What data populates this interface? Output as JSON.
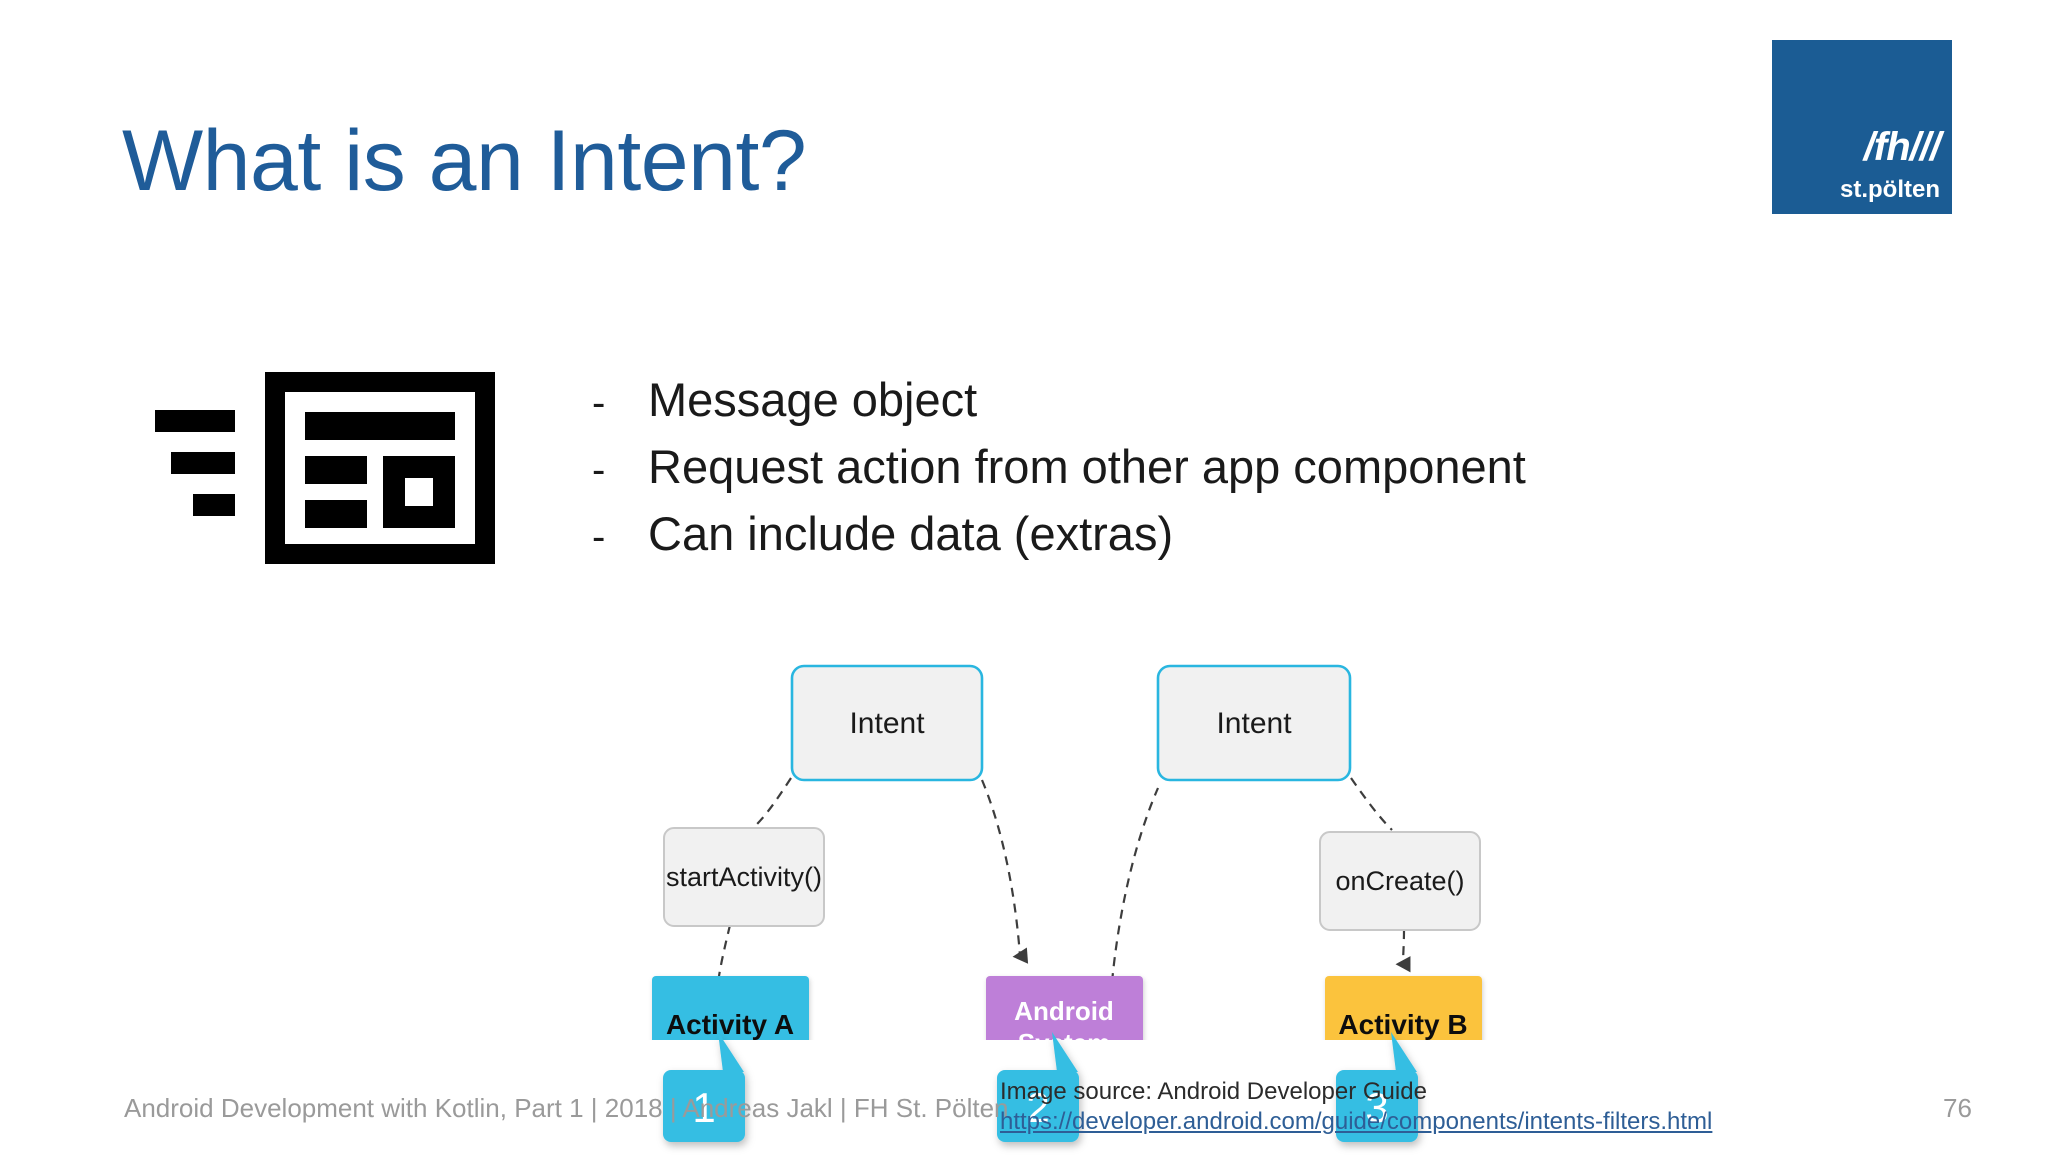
{
  "slide": {
    "title": "What is an Intent?",
    "page_number": "76",
    "background_color": "#ffffff",
    "title_color": "#1F5C99"
  },
  "logo": {
    "name": "fh-st-poelten-logo",
    "line1": "/fh///",
    "line2": "st.pölten",
    "background_color": "#1B5C94",
    "text_color": "#ffffff"
  },
  "icon": {
    "name": "intent-message-icon",
    "color": "#000000"
  },
  "bullets": {
    "marker": "-",
    "items": [
      "Message object",
      "Request action from other app component",
      "Can include data (extras)"
    ]
  },
  "diagram": {
    "type": "flow",
    "intent_boxes": [
      {
        "label": "Intent",
        "border_color": "#29B6E0",
        "fill_color": "#F1F1F1"
      },
      {
        "label": "Intent",
        "border_color": "#29B6E0",
        "fill_color": "#F1F1F1"
      }
    ],
    "method_boxes": [
      {
        "label": "startActivity()",
        "border_color": "#C8C8C8",
        "fill_color": "#F1F1F1"
      },
      {
        "label": "onCreate()",
        "border_color": "#C8C8C8",
        "fill_color": "#F1F1F1"
      }
    ],
    "component_boxes": [
      {
        "label": "Activity A",
        "fill_color": "#35BEE3",
        "text_color": "#111111"
      },
      {
        "label": "Android\nSystem",
        "line1": "Android",
        "line2": "System",
        "fill_color": "#BE7FD8",
        "text_color": "#ffffff"
      },
      {
        "label": "Activity B",
        "fill_color": "#FBC33D",
        "text_color": "#111111"
      }
    ],
    "step_badges": [
      {
        "label": "1",
        "fill_color": "#35BEE3",
        "text_color": "#ffffff"
      },
      {
        "label": "2",
        "fill_color": "#35BEE3",
        "text_color": "#ffffff"
      },
      {
        "label": "3",
        "fill_color": "#35BEE3",
        "text_color": "#ffffff"
      }
    ],
    "connector_style": "dashed",
    "connector_color": "#3d3d3d"
  },
  "footer": {
    "left_text": "Android Development with Kotlin, Part 1 | 2018 | Andreas Jakl | FH St. Pölten",
    "source_label": "Image source: Android Developer Guide",
    "source_url": "https://developer.android.com/guide/components/intents-filters.html",
    "text_color": "#9a9a9a",
    "link_color": "#2E5E96"
  }
}
